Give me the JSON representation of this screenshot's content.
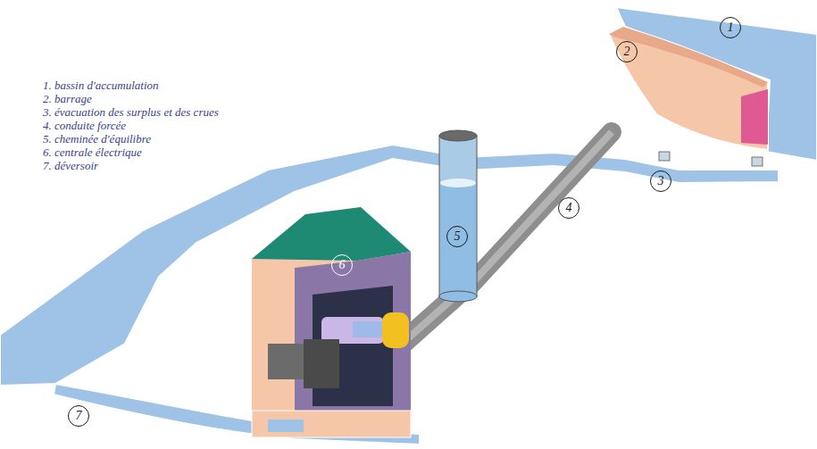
{
  "diagram": {
    "labels": [
      "1. bassin d'accumulation",
      "2. barrage",
      "3. évacuation des surplus et des crues",
      "4. conduite forcée",
      "5. cheminée d'équilibre",
      "6. centrale électrique",
      "7. déversoir",
      "1",
      "2",
      "3",
      "4",
      "5",
      "6",
      "7"
    ]
  }
}
